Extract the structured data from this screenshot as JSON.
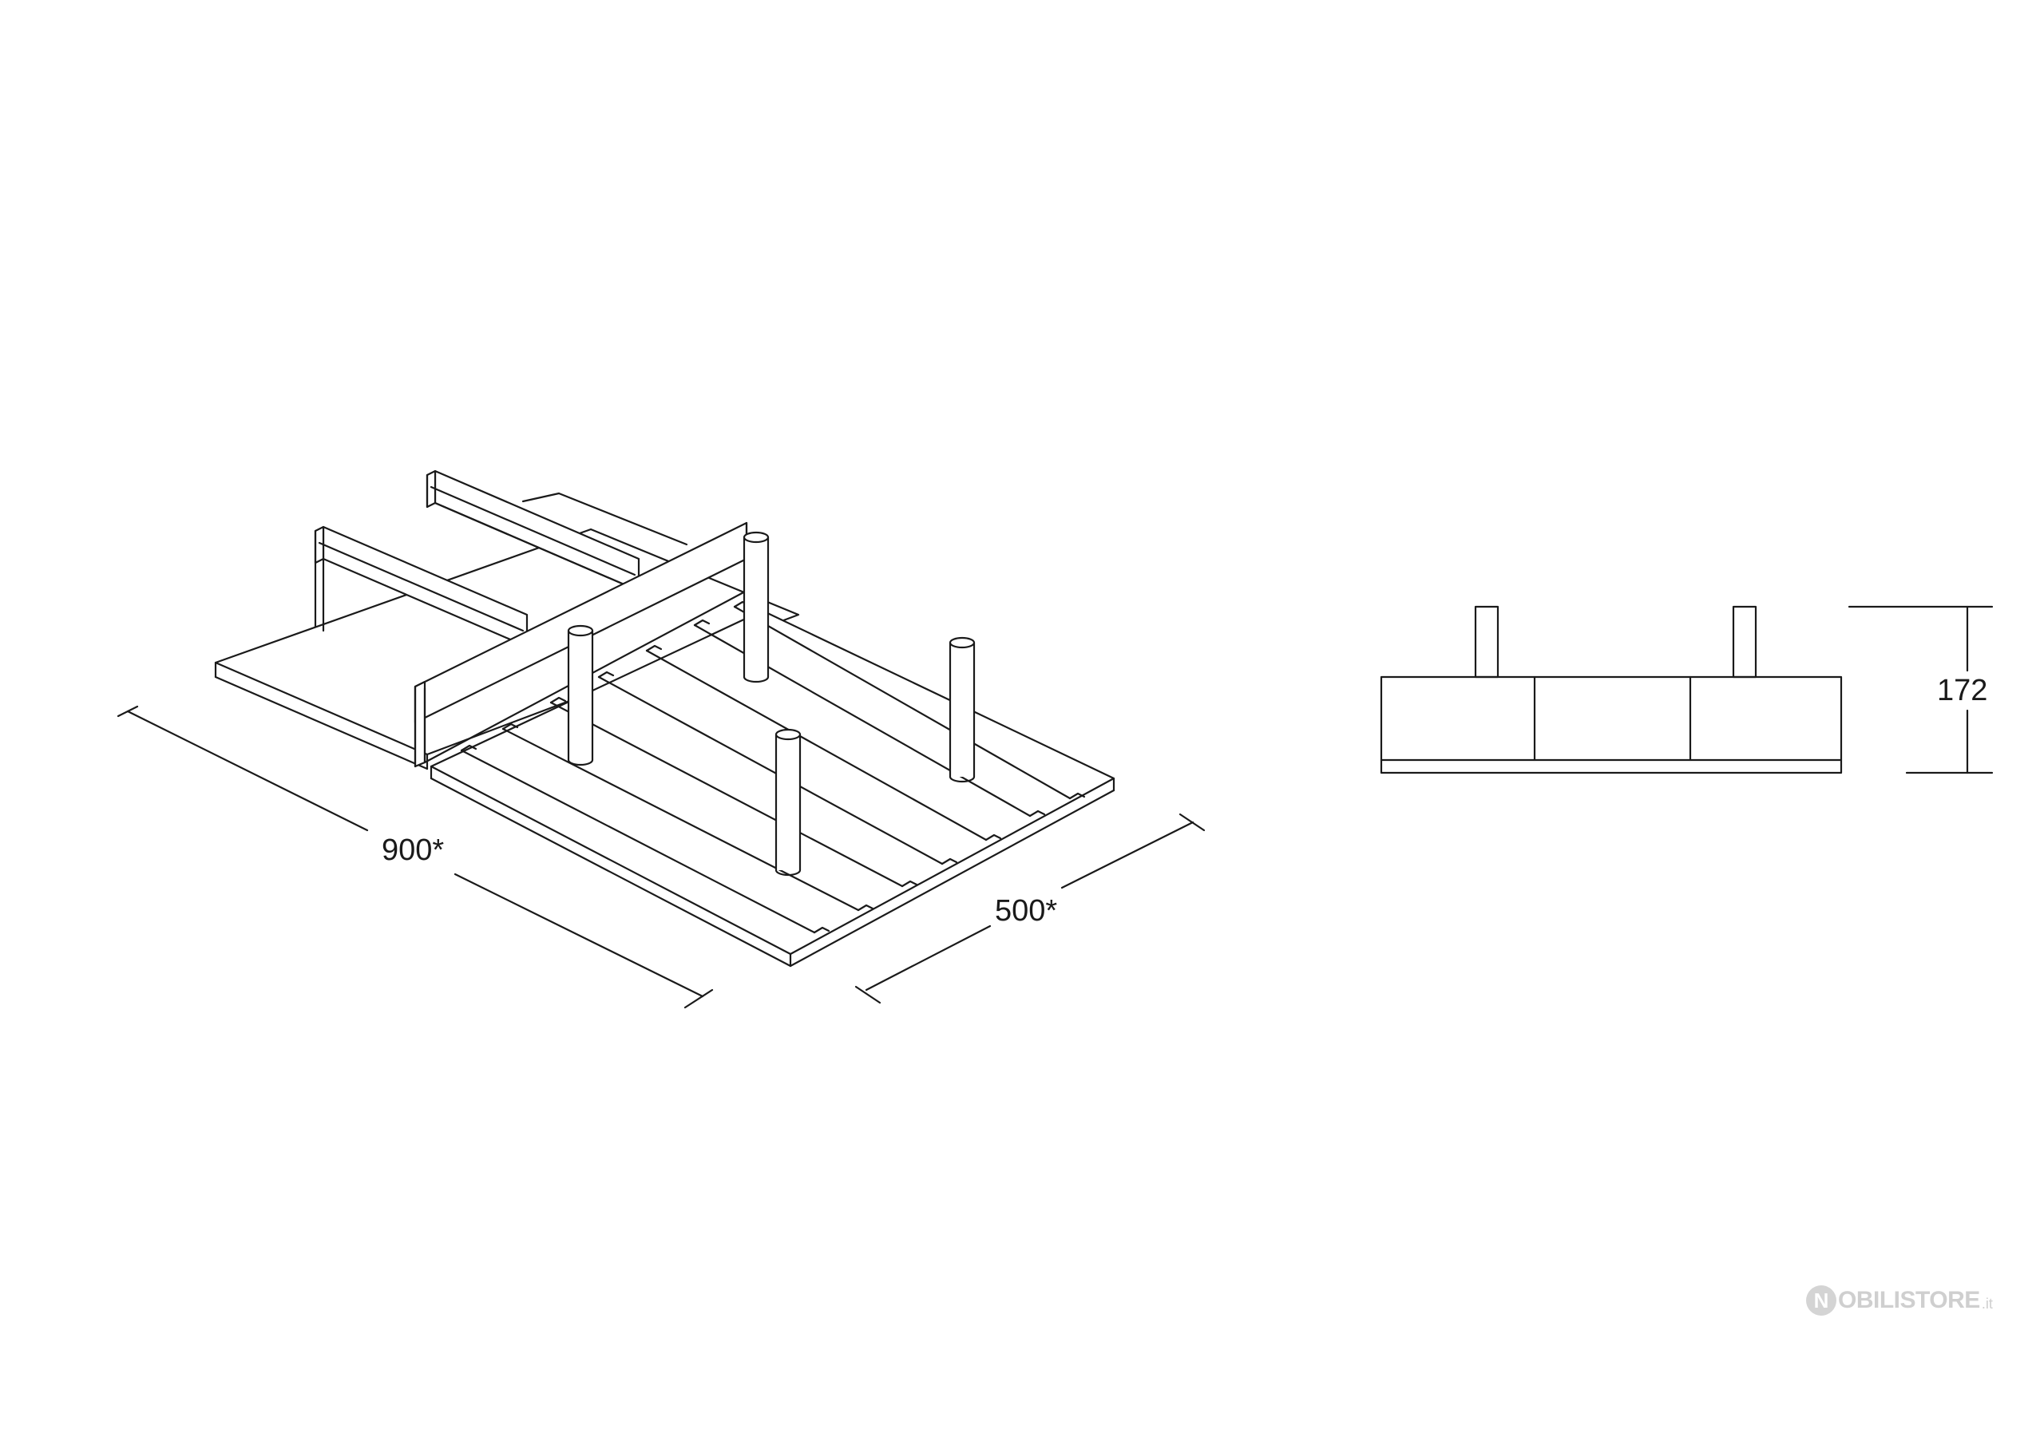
{
  "dimensions": {
    "width_label": "900*",
    "depth_label": "500*",
    "height_label": "172"
  },
  "watermark": {
    "initial": "N",
    "main": "OBILISTORE",
    "tld": ".it"
  },
  "colors": {
    "line": "#1a1a1a",
    "watermark": "#cfcfcf"
  }
}
